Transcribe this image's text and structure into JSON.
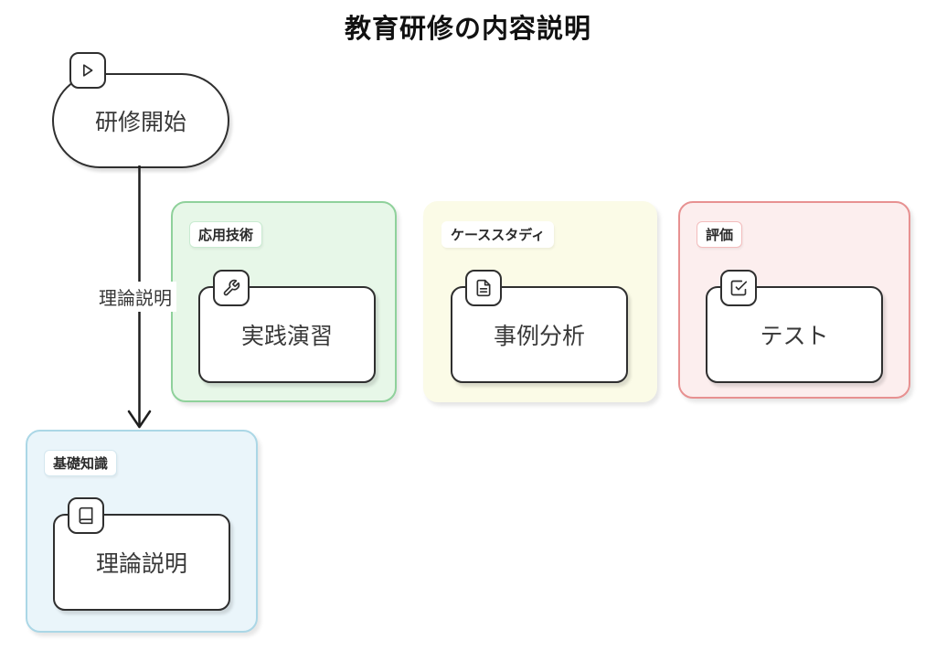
{
  "title": "教育研修の内容説明",
  "start_node": {
    "label": "研修開始",
    "icon": "play-icon"
  },
  "edge": {
    "label": "理論説明"
  },
  "groups": [
    {
      "label": "応用技術",
      "node_label": "実践演習",
      "icon": "wrench-icon",
      "colors": {
        "background": "#e7f7e8",
        "border": "#8fd19b",
        "badge_border": "#c9ebd1"
      }
    },
    {
      "label": "ケーススタディ",
      "node_label": "事例分析",
      "icon": "document-icon",
      "colors": {
        "background": "#fbfbe7",
        "border": "#fbfbe7",
        "badge_border": "#ffffff"
      }
    },
    {
      "label": "評価",
      "node_label": "テスト",
      "icon": "checkbox-icon",
      "colors": {
        "background": "#fceeee",
        "border": "#e79191",
        "badge_border": "#f3bcbc"
      }
    },
    {
      "label": "基礎知識",
      "node_label": "理論説明",
      "icon": "book-icon",
      "colors": {
        "background": "#eaf5fa",
        "border": "#abd7e6",
        "badge_border": "#d4e7ef"
      }
    }
  ],
  "colors": {
    "stroke": "#2f2f2f",
    "text": "#383838",
    "title": "#111111",
    "canvas": "#ffffff"
  }
}
